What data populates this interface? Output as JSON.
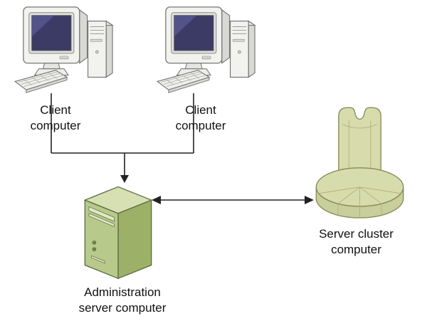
{
  "diagram": {
    "nodes": {
      "client1": {
        "line1": "Client",
        "line2": "computer"
      },
      "client2": {
        "line1": "Client",
        "line2": "computer"
      },
      "admin": {
        "line1": "Administration",
        "line2": "server computer"
      },
      "cluster": {
        "line1": "Server cluster",
        "line2": "computer"
      }
    },
    "colors": {
      "server_front_green": "#b7c98b",
      "server_side_green": "#9cb068",
      "server_top_green": "#d6e0b2",
      "cluster_green": "#d6dcab",
      "cluster_outline": "#89895e",
      "cluster_segment_tan": "#b8a87a",
      "monitor_screen_navy": "#3b3b66",
      "hardware_gray": "#f2f2ef",
      "line_black": "#222222"
    }
  }
}
